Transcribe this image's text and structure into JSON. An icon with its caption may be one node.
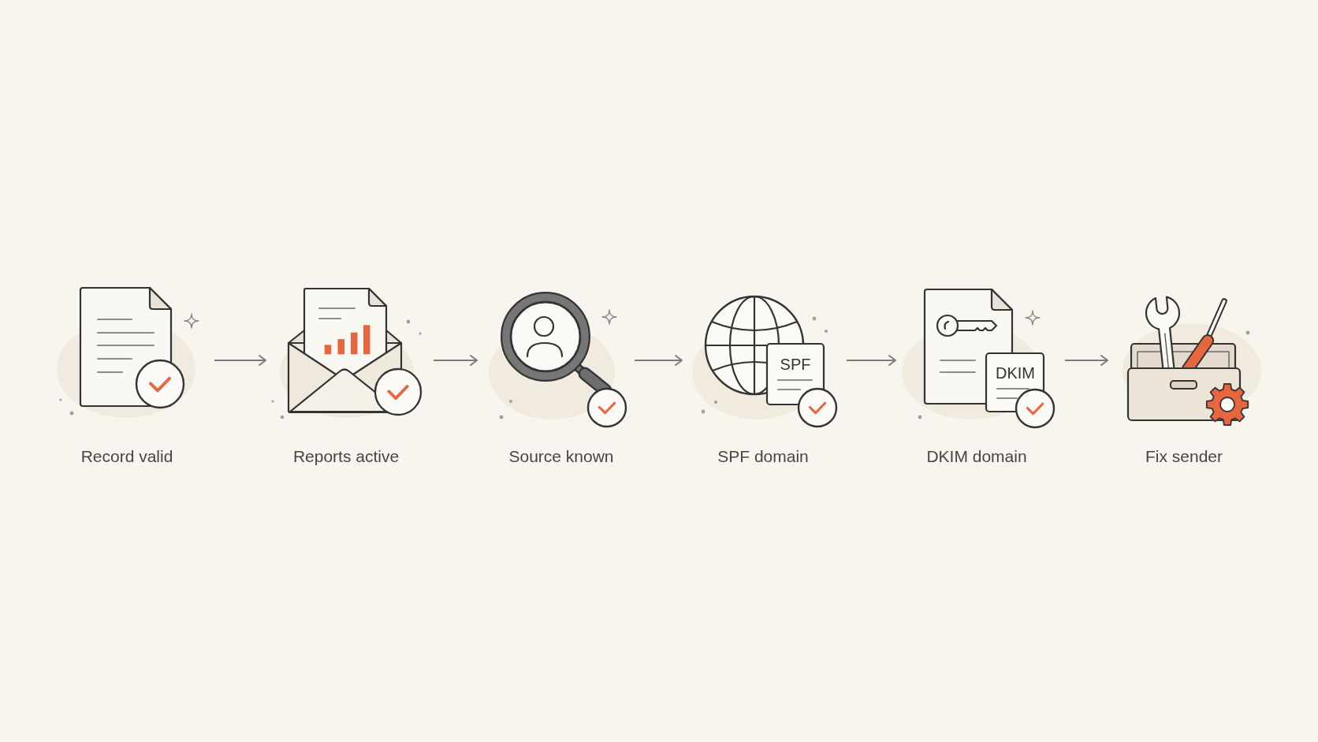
{
  "diagram": {
    "nodes": [
      {
        "text": [
          "Record valid"
        ]
      },
      {
        "text": [
          "Reports active"
        ]
      },
      {
        "text": [
          "Source known"
        ]
      },
      {
        "text": [
          "SPF",
          "SPF domain"
        ]
      },
      {
        "text": [
          "DKIM",
          "DKIM domain"
        ]
      },
      {
        "text": [
          "Fix sender"
        ]
      }
    ],
    "edges": [
      {
        "from": 0,
        "to": 1,
        "arrow": "to"
      },
      {
        "from": 1,
        "to": 2,
        "arrow": "to"
      },
      {
        "from": 2,
        "to": 3,
        "arrow": "to"
      },
      {
        "from": 3,
        "to": 4,
        "arrow": "to"
      },
      {
        "from": 4,
        "to": 5,
        "arrow": "to"
      }
    ]
  }
}
